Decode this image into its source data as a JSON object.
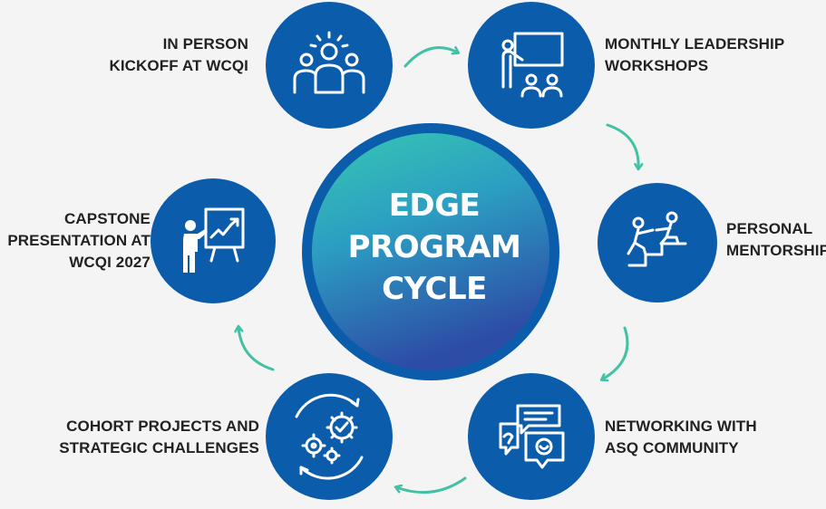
{
  "center": {
    "lines": [
      "EDGE",
      "PROGRAM",
      "CYCLE"
    ]
  },
  "steps": [
    {
      "icon": "people-ideas-icon",
      "lines": [
        "IN PERSON",
        "KICKOFF AT WCQI"
      ]
    },
    {
      "icon": "presenter-board-icon",
      "lines": [
        "MONTHLY LEADERSHIP",
        "WORKSHOPS"
      ]
    },
    {
      "icon": "mentor-climb-icon",
      "lines": [
        "PERSONAL",
        "MENTORSHIP"
      ]
    },
    {
      "icon": "chat-bubbles-icon",
      "lines": [
        "NETWORKING WITH",
        "ASQ COMMUNITY"
      ]
    },
    {
      "icon": "gears-cycle-icon",
      "lines": [
        "COHORT PROJECTS AND",
        "STRATEGIC CHALLENGES"
      ]
    },
    {
      "icon": "chart-presentation-icon",
      "lines": [
        "CAPSTONE",
        "PRESENTATION AT",
        "WCQI 2027"
      ]
    }
  ],
  "colors": {
    "background": "#f4f4f4",
    "node_blue": "#0b5cab",
    "arrow_teal": "#43c1a4",
    "center_gradient_top": "#35c5b1",
    "center_gradient_bottom": "#2a4fa8",
    "center_ring": "#0b5cab",
    "text": "#222222"
  }
}
